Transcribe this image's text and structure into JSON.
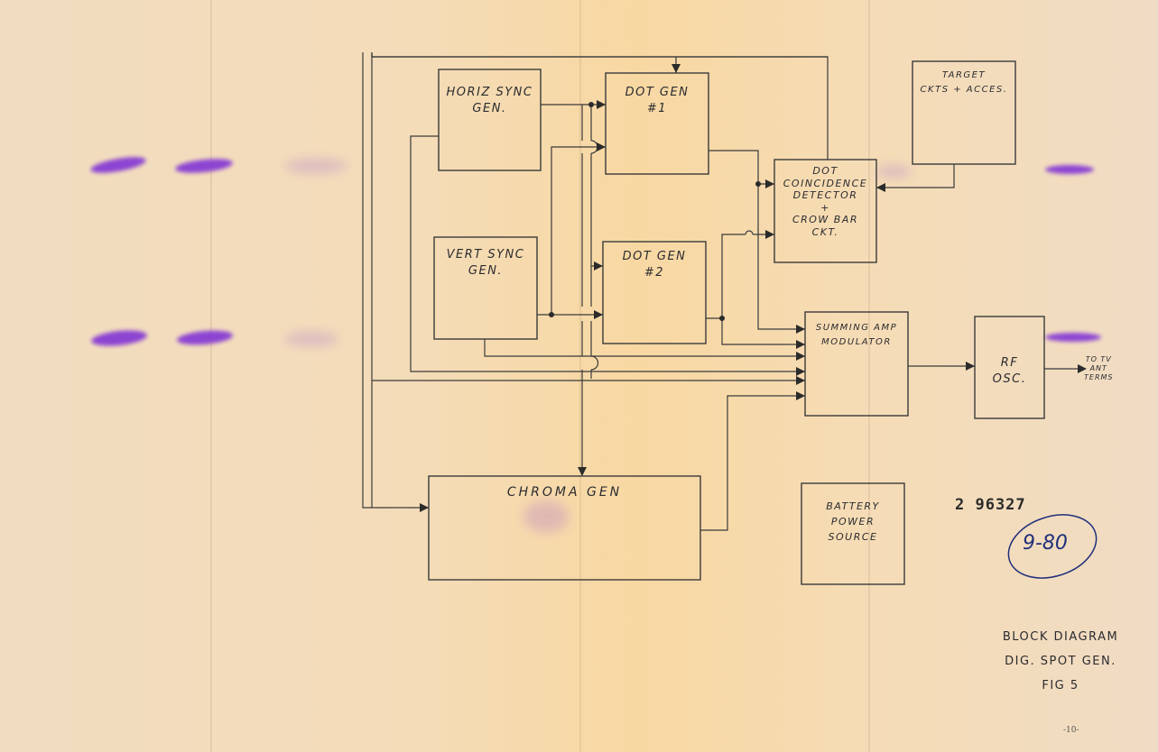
{
  "blocks": {
    "horiz_sync": [
      "HORIZ SYNC",
      "GEN."
    ],
    "vert_sync": [
      "VERT SYNC",
      "GEN."
    ],
    "dot_gen_1": [
      "DOT GEN",
      "#1"
    ],
    "dot_gen_2": [
      "DOT GEN",
      "#2"
    ],
    "target": [
      "TARGET",
      "CKTS + ACCES."
    ],
    "dot_coincidence": [
      "DOT",
      "COINCIDENCE",
      "DETECTOR",
      "+",
      "CROW BAR",
      "CKT."
    ],
    "summing_amp": [
      "SUMMING AMP",
      "MODULATOR"
    ],
    "rf_osc": [
      "RF",
      "OSC."
    ],
    "chroma_gen": "CHROMA GEN",
    "battery": [
      "BATTERY",
      "POWER",
      "SOURCE"
    ]
  },
  "output_label": [
    "TO TV",
    "ANT",
    "TERMS"
  ],
  "stamp_number": "2 96327",
  "circled_note": "9-80",
  "caption": [
    "BLOCK DIAGRAM",
    "DIG. SPOT GEN.",
    "FIG 5"
  ],
  "page_number": "-10-"
}
